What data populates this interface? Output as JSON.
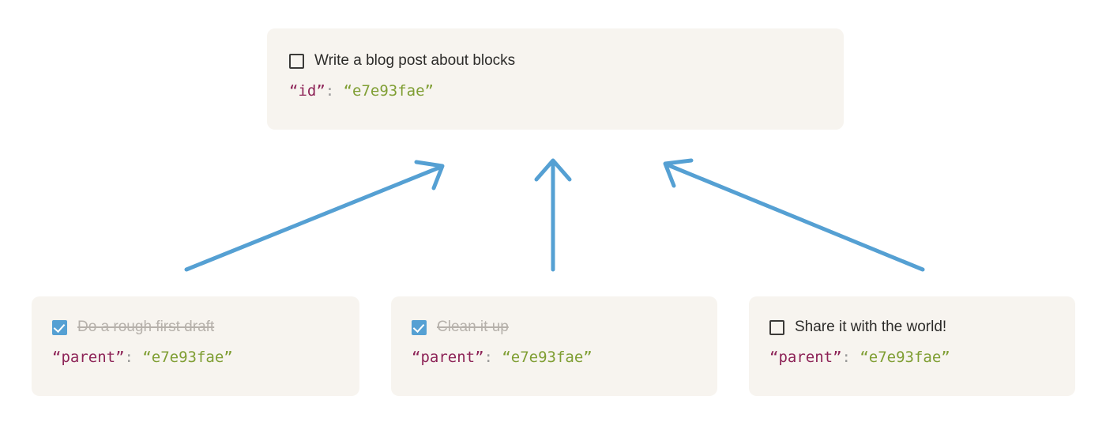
{
  "diagram": {
    "title": "Block parent-child relationship diagram",
    "accent_color": "#55a0d3",
    "card_background": "#f7f4ef",
    "page_background": "#ffffff",
    "json_key_color": "#8d2357",
    "json_value_color": "#7f9e33",
    "done_text_color": "#b6b1ab"
  },
  "parent": {
    "checkbox_state": "unchecked",
    "label": "Write a blog post about blocks",
    "json": {
      "key": "“id”",
      "colon": ":",
      "value": "“e7e93fae”"
    }
  },
  "children": [
    {
      "checkbox_state": "checked",
      "label": "Do a rough first draft",
      "completed": true,
      "json": {
        "key": "“parent”",
        "colon": ":",
        "value": "“e7e93fae”"
      }
    },
    {
      "checkbox_state": "checked",
      "label": "Clean it up",
      "completed": true,
      "json": {
        "key": "“parent”",
        "colon": ":",
        "value": "“e7e93fae”"
      }
    },
    {
      "checkbox_state": "unchecked",
      "label": "Share it with the world!",
      "completed": false,
      "json": {
        "key": "“parent”",
        "colon": ":",
        "value": "“e7e93fae”"
      }
    }
  ],
  "arrows": [
    {
      "name": "arrow-child-1-to-parent",
      "from": "child-1",
      "to": "parent",
      "direction": "up-right"
    },
    {
      "name": "arrow-child-2-to-parent",
      "from": "child-2",
      "to": "parent",
      "direction": "up"
    },
    {
      "name": "arrow-child-3-to-parent",
      "from": "child-3",
      "to": "parent",
      "direction": "up-left"
    }
  ]
}
